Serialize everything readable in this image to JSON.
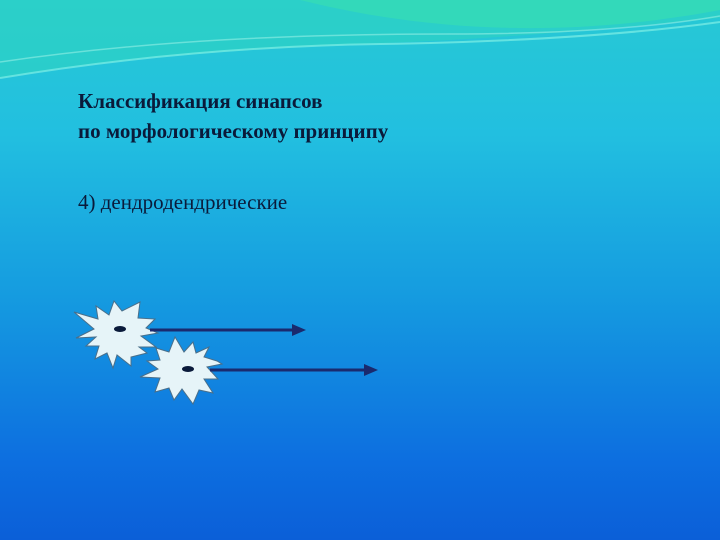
{
  "slide": {
    "title_line1": "Классификация синапсов",
    "title_line2": "по морфологическому принципу",
    "item": "4) дендродендрические"
  },
  "colors": {
    "background_top": "#27c9d4",
    "background_bottom": "#0b5fd8",
    "text": "#0a1a3a",
    "neuron_fill": "#e6f4f8",
    "neuron_stroke": "#4a6f8a",
    "arrow": "#1a2a6e"
  },
  "icons": [
    "neuron-icon",
    "neuron-icon",
    "arrow-right-icon",
    "arrow-right-icon"
  ]
}
